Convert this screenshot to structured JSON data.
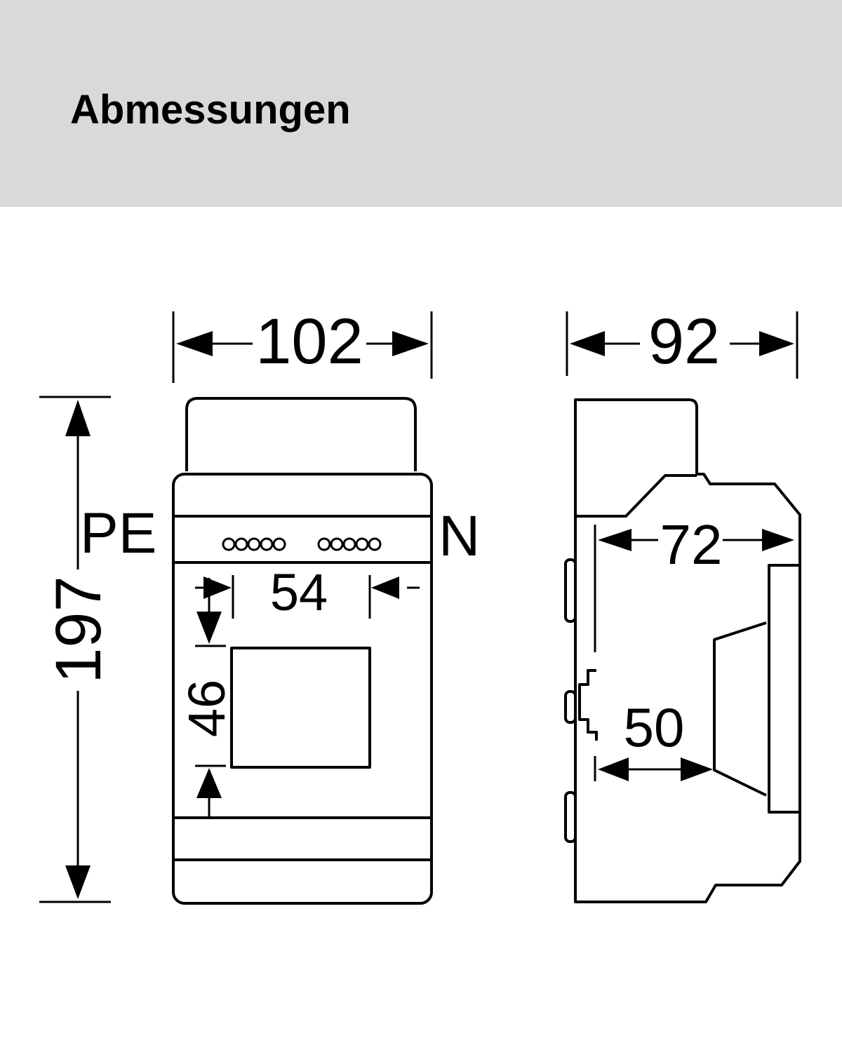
{
  "header": {
    "title": "Abmessungen",
    "background": "#d9d9d9"
  },
  "front_view": {
    "width_label": "102",
    "height_label": "197",
    "pe_label": "PE",
    "n_label": "N",
    "spacing_label": "54",
    "window_label": "46"
  },
  "side_view": {
    "depth_label": "92",
    "inner_depth_label": "72",
    "rail_depth_label": "50"
  }
}
